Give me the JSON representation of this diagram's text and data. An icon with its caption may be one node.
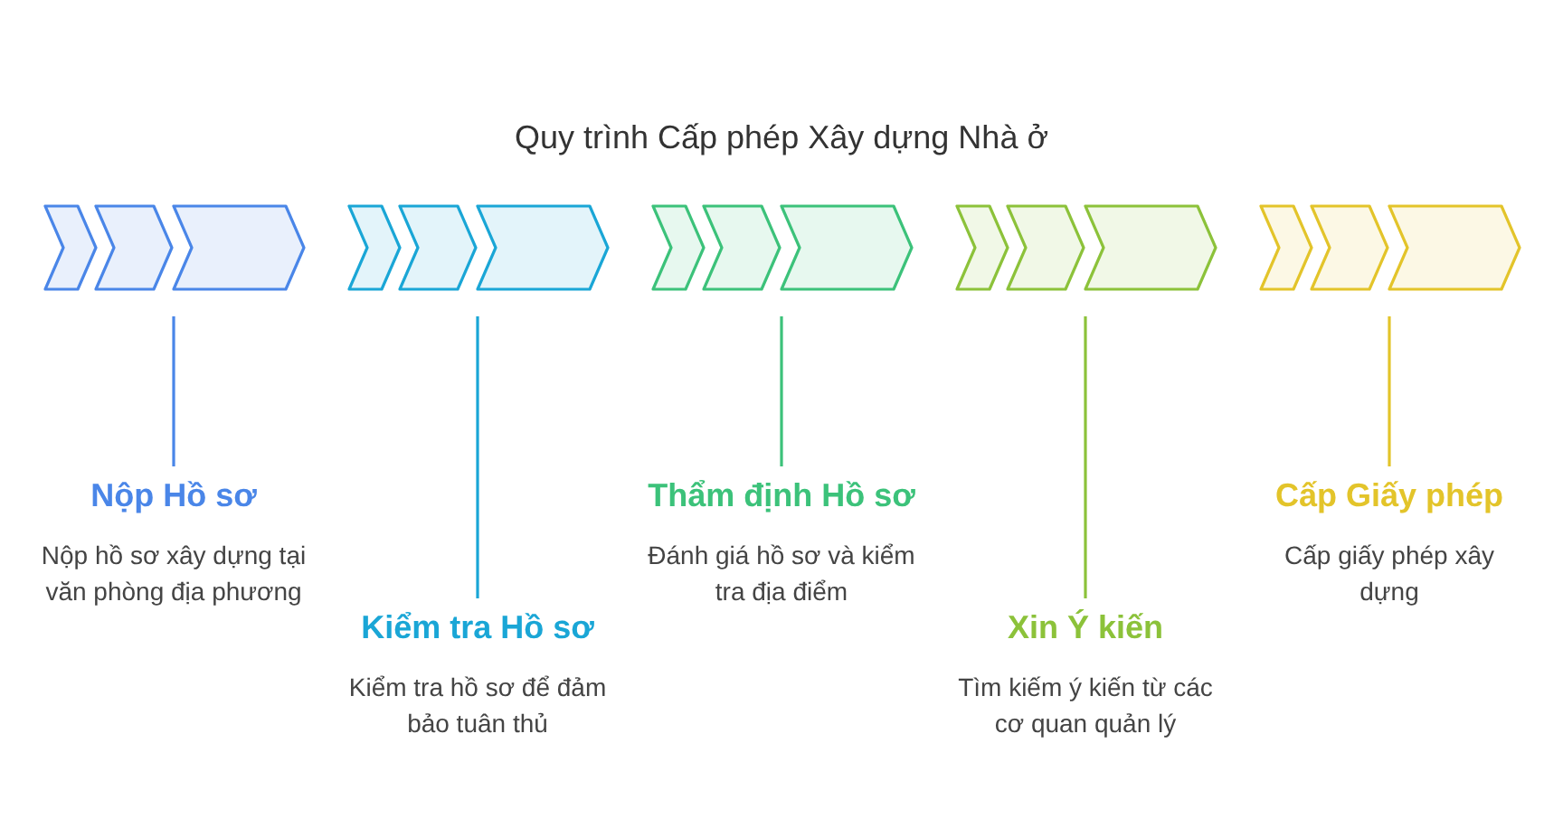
{
  "diagram": {
    "title": "Quy trình Cấp phép Xây dựng Nhà ở",
    "nodes": [
      {
        "text": [],
        "shape": "chevron"
      },
      {
        "text": [
          "Nộp Hồ sơ",
          "Nộp hồ sơ xây dựng tại văn phòng địa phương"
        ]
      },
      {
        "text": [],
        "shape": "chevron"
      },
      {
        "text": [
          "Kiểm tra Hồ sơ",
          "Kiểm tra hồ sơ để đảm bảo tuân thủ"
        ]
      },
      {
        "text": [],
        "shape": "chevron"
      },
      {
        "text": [
          "Thẩm định Hồ sơ",
          "Đánh giá hồ sơ và kiểm tra địa điểm"
        ]
      },
      {
        "text": [],
        "shape": "chevron"
      },
      {
        "text": [
          "Xin Ý kiến",
          "Tìm kiếm ý kiến từ các cơ quan quản lý"
        ]
      },
      {
        "text": [],
        "shape": "chevron"
      },
      {
        "text": [
          "Cấp Giấy phép",
          "Cấp giấy phép xây dựng"
        ]
      }
    ],
    "edges": [
      {
        "from": 0,
        "to": 1,
        "arrow": "none",
        "color": "#4a86e8"
      },
      {
        "from": 2,
        "to": 3,
        "arrow": "none",
        "color": "#1aa6d6"
      },
      {
        "from": 4,
        "to": 5,
        "arrow": "none",
        "color": "#3cc27a"
      },
      {
        "from": 6,
        "to": 7,
        "arrow": "none",
        "color": "#8cc23a"
      },
      {
        "from": 8,
        "to": 9,
        "arrow": "none",
        "color": "#e3c42a"
      }
    ]
  }
}
